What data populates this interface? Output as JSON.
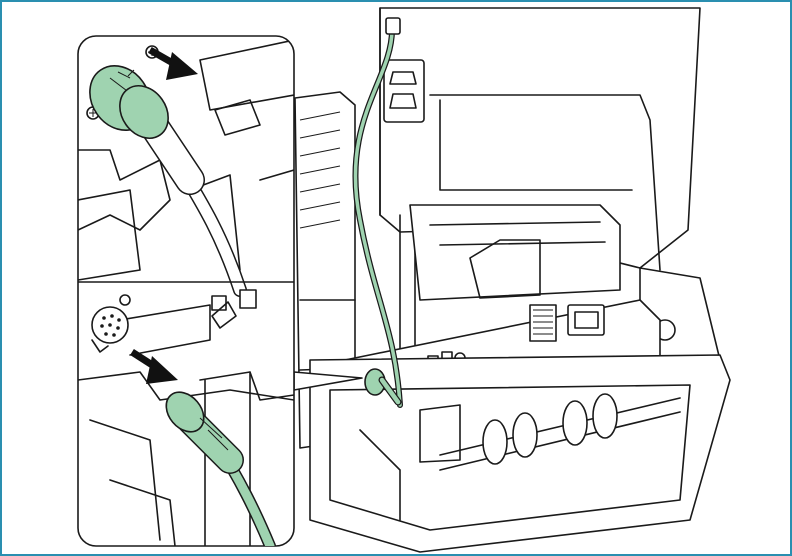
{
  "figure": {
    "frame_color": "#2a8fb0",
    "cable_color": "#9fd3b0",
    "cable_outline": "#1a1a1a",
    "arrow_color": "#111111",
    "icons": [
      "arrow-right-icon",
      "arrow-right-icon",
      "ac-power-inlet-icon",
      "ac-power-inlet-icon",
      "connector-plug-icon"
    ],
    "callouts": [
      {
        "name": "inset-top",
        "subject": "cable-connector-unplug-detail"
      },
      {
        "name": "inset-bottom",
        "subject": "cable-connector-unplug-detail"
      }
    ]
  }
}
